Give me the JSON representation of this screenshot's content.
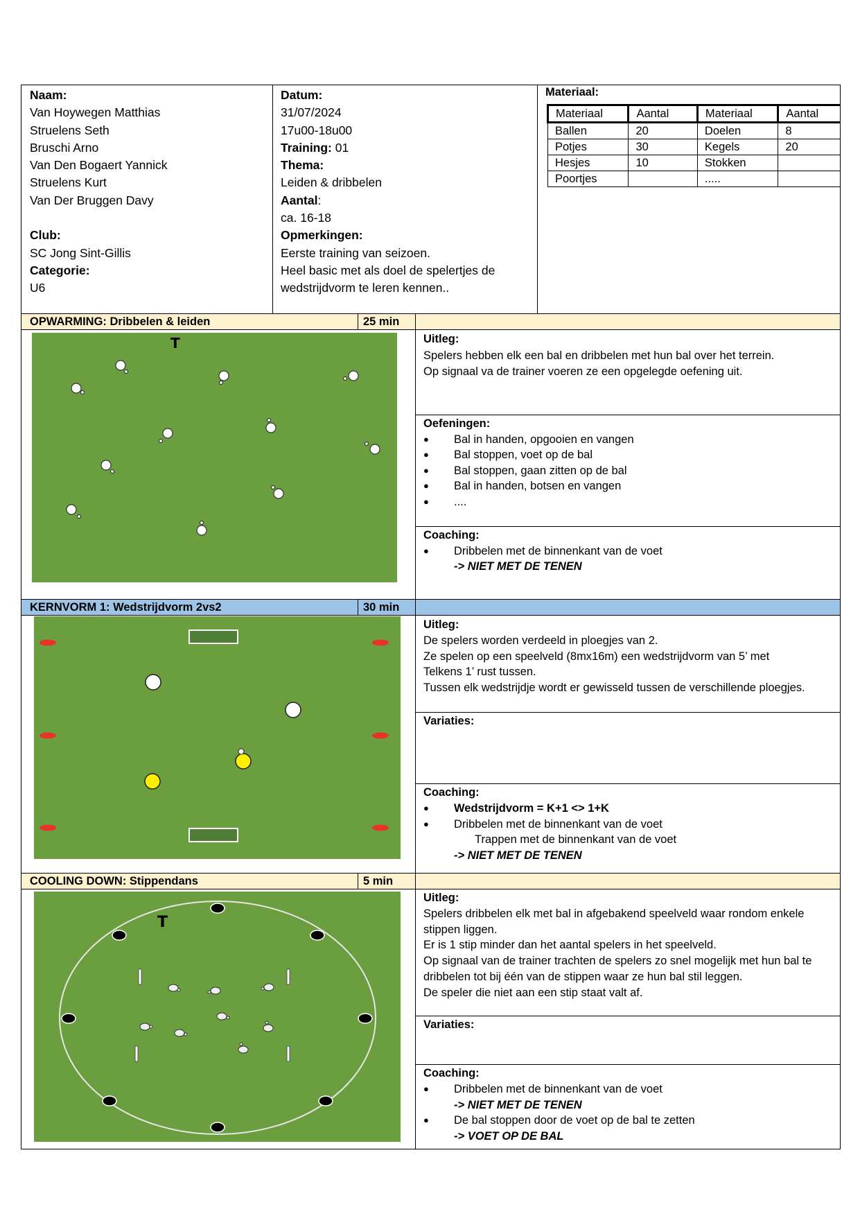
{
  "header": {
    "naam_label": "Naam:",
    "names": [
      "Van Hoywegen Matthias",
      "Struelens Seth",
      "Bruschi Arno",
      "Van Den Bogaert Yannick",
      "Struelens Kurt",
      "Van Der Bruggen Davy"
    ],
    "club_label": "Club:",
    "club": "SC Jong Sint-Gillis",
    "categorie_label": "Categorie:",
    "categorie": "U6",
    "datum_label": "Datum:",
    "datum": "31/07/2024",
    "tijd": "17u00-18u00",
    "training_label": "Training:",
    "training": " 01",
    "thema_label": "Thema:",
    "thema": "Leiden & dribbelen",
    "aantal_label": "Aantal",
    "aantal_colon": ":",
    "aantal": "ca. 16-18",
    "opmerkingen_label": "Opmerkingen:",
    "opmerkingen_1": "Eerste training van seizoen.",
    "opmerkingen_2": "Heel basic met als doel de spelertjes de",
    "opmerkingen_3": "wedstrijdvorm te leren kennen..",
    "materiaal_label": "Materiaal:",
    "materiaal_table": {
      "headers": [
        "Materiaal",
        "Aantal",
        "Materiaal",
        "Aantal"
      ],
      "rows": [
        [
          "Ballen",
          "20",
          "Doelen",
          "8"
        ],
        [
          "Potjes",
          "30",
          "Kegels",
          "20"
        ],
        [
          "Hesjes",
          "10",
          "Stokken",
          ""
        ],
        [
          "Poortjes",
          "",
          ".....",
          ""
        ]
      ]
    }
  },
  "sections": {
    "opwarming": {
      "title": "OPWARMING: Dribbelen & leiden",
      "duration": "25 min",
      "bar_color": "#fdf2d0",
      "uitleg_label": "Uitleg:",
      "uitleg": [
        "Spelers hebben elk een bal en dribbelen met hun bal over het terrein.",
        "Op signaal va de trainer voeren ze een opgelegde oefening uit."
      ],
      "oefeningen_label": "Oefeningen:",
      "oefeningen": [
        "Bal in handen, opgooien en vangen",
        "Bal stoppen, voet op de bal",
        "Bal stoppen, gaan zitten op de bal",
        "Bal in handen, botsen en vangen",
        "...."
      ],
      "coaching_label": "Coaching:",
      "coaching_1": "Dribbelen met de binnenkant van de voet",
      "coaching_2": "-> NIET MET DE TENEN",
      "trainer_mark": "T"
    },
    "kernvorm": {
      "title": "KERNVORM 1: Wedstrijdvorm 2vs2",
      "duration": "30 min",
      "bar_color": "#9dc3e6",
      "uitleg_label": "Uitleg:",
      "uitleg": [
        "De spelers worden verdeeld in ploegjes van 2.",
        "Ze spelen op een speelveld (8mx16m) een wedstrijdvorm van 5’ met",
        "Telkens 1’ rust tussen.",
        "Tussen elk wedstrijdje wordt er gewisseld tussen de verschillende ploegjes."
      ],
      "variaties_label": "Variaties:",
      "coaching_label": "Coaching:",
      "coaching_1": "Wedstrijdvorm = K+1 <> 1+K",
      "coaching_2": "Dribbelen met de binnenkant van de voet",
      "coaching_3": "Trappen met de binnenkant van de voet",
      "coaching_4": "-> NIET MET DE TENEN"
    },
    "cooling": {
      "title": "COOLING DOWN: Stippendans",
      "duration": "5 min",
      "bar_color": "#fdf2d0",
      "uitleg_label": "Uitleg:",
      "uitleg": [
        "Spelers dribbelen elk met bal in afgebakend speelveld waar rondom enkele",
        "stippen liggen.",
        "Er is 1 stip minder dan het aantal spelers in het speelveld.",
        "Op signaal van de trainer trachten de spelers zo snel mogelijk met hun bal te",
        "dribbelen tot bij één van de stippen waar ze hun bal stil leggen.",
        "De speler die niet aan een stip staat valt af."
      ],
      "variaties_label": "Variaties:",
      "coaching_label": "Coaching:",
      "coaching_1": "Dribbelen met de binnenkant van de voet",
      "coaching_2": "-> NIET MET DE TENEN",
      "coaching_3": "De bal stoppen door de voet op de bal te zetten",
      "coaching_4": "-> VOET OP DE BAL",
      "trainer_mark": "T"
    }
  },
  "colors": {
    "field": "#6a9e3f",
    "cone": "#e8322a",
    "yellow": "#ffee00"
  }
}
